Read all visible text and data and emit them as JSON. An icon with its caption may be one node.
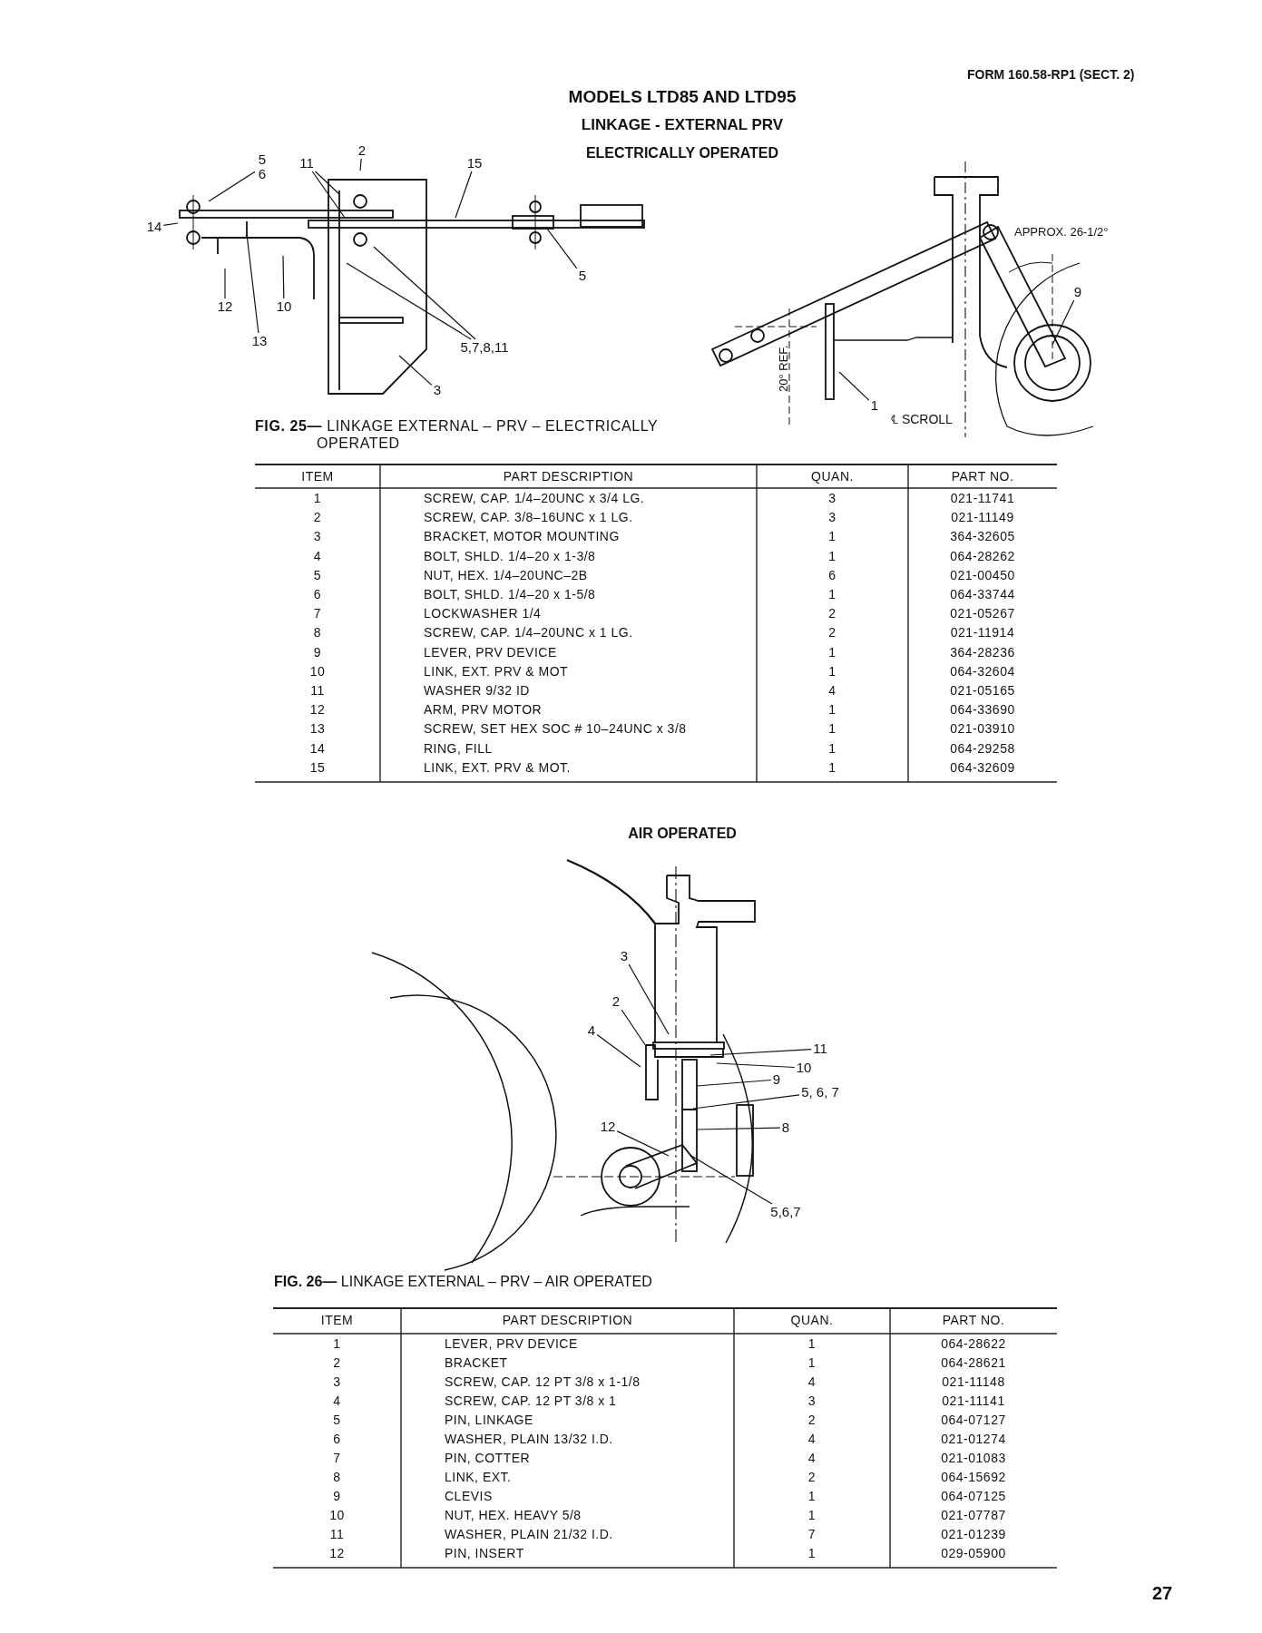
{
  "diagram": {
    "title": "MODELS LTD85 AND LTD95",
    "nodes": [
      {
        "text": [
          "5 6"
        ]
      },
      {
        "text": [
          "11"
        ]
      },
      {
        "text": [
          "2"
        ]
      },
      {
        "text": [
          "15"
        ]
      },
      {
        "text": [
          "14"
        ]
      },
      {
        "text": [
          "5"
        ]
      },
      {
        "text": [
          "12"
        ]
      },
      {
        "text": [
          "10"
        ]
      },
      {
        "text": [
          "13"
        ]
      },
      {
        "text": [
          "5,7,8,11"
        ]
      },
      {
        "text": [
          "3"
        ]
      },
      {
        "text": [
          "9"
        ]
      },
      {
        "text": [
          "1"
        ]
      },
      {
        "text": [
          "3"
        ]
      },
      {
        "text": [
          "2"
        ]
      },
      {
        "text": [
          "4"
        ]
      },
      {
        "text": [
          "11"
        ]
      },
      {
        "text": [
          "10"
        ]
      },
      {
        "text": [
          "9"
        ]
      },
      {
        "text": [
          "5, 6, 7"
        ]
      },
      {
        "text": [
          "12"
        ]
      },
      {
        "text": [
          "8"
        ]
      },
      {
        "text": [
          "5,6,7"
        ]
      }
    ],
    "edges": [
      {
        "from": 0,
        "to": null,
        "arrow": "none"
      },
      {
        "from": 1,
        "to": null,
        "arrow": "none"
      },
      {
        "from": 1,
        "to": null,
        "arrow": "none"
      },
      {
        "from": 2,
        "to": null,
        "arrow": "none"
      },
      {
        "from": 3,
        "to": null,
        "arrow": "none"
      },
      {
        "from": 4,
        "to": null,
        "arrow": "none"
      },
      {
        "from": 5,
        "to": null,
        "arrow": "none"
      },
      {
        "from": 6,
        "to": null,
        "arrow": "none"
      },
      {
        "from": 7,
        "to": null,
        "arrow": "none"
      },
      {
        "from": 8,
        "to": null,
        "arrow": "none"
      },
      {
        "from": 9,
        "to": null,
        "arrow": "none"
      },
      {
        "from": 9,
        "to": null,
        "arrow": "none"
      },
      {
        "from": 10,
        "to": null,
        "arrow": "none"
      },
      {
        "from": 11,
        "to": null,
        "arrow": "none"
      },
      {
        "from": 12,
        "to": null,
        "arrow": "none"
      },
      {
        "from": 13,
        "to": null,
        "arrow": "none"
      },
      {
        "from": 14,
        "to": null,
        "arrow": "none"
      },
      {
        "from": 15,
        "to": null,
        "arrow": "none"
      },
      {
        "from": 16,
        "to": null,
        "arrow": "none"
      },
      {
        "from": 17,
        "to": null,
        "arrow": "none"
      },
      {
        "from": 18,
        "to": null,
        "arrow": "none"
      },
      {
        "from": 19,
        "to": null,
        "arrow": "none"
      },
      {
        "from": 20,
        "to": null,
        "arrow": "none"
      },
      {
        "from": 21,
        "to": null,
        "arrow": "none"
      },
      {
        "from": 22,
        "to": null,
        "arrow": "none"
      }
    ],
    "labels": [
      "FORM 160.58-RP1 (SECT. 2)",
      "LINKAGE - EXTERNAL PRV",
      "ELECTRICALLY OPERATED",
      "APPROX. 26-1/2°",
      "20° REF.",
      "℄ SCROLL",
      "**FIG. 25—** LINKAGE EXTERNAL – PRV – ELECTRICALLY OPERATED",
      "ITEM",
      "PART DESCRIPTION",
      "QUAN.",
      "PART NO.",
      "1",
      "SCREW, CAP. 1/4–20UNC x 3/4 LG.",
      "3",
      "021-11741",
      "2",
      "SCREW, CAP. 3/8–16UNC x 1 LG.",
      "3",
      "021-11149",
      "3",
      "BRACKET, MOTOR MOUNTING",
      "1",
      "364-32605",
      "4",
      "BOLT, SHLD. 1/4–20 x 1-3/8",
      "1",
      "064-28262",
      "5",
      "NUT, HEX. 1/4–20UNC–2B",
      "6",
      "021-00450",
      "6",
      "BOLT, SHLD. 1/4–20 x 1-5/8",
      "1",
      "064-33744",
      "7",
      "LOCKWASHER 1/4",
      "2",
      "021-05267",
      "8",
      "SCREW, CAP. 1/4–20UNC x 1 LG.",
      "2",
      "021-11914",
      "9",
      "LEVER, PRV DEVICE",
      "1",
      "364-28236",
      "10",
      "LINK, EXT. PRV & MOT",
      "1",
      "064-32604",
      "11",
      "WASHER 9/32 ID",
      "4",
      "021-05165",
      "12",
      "ARM, PRV MOTOR",
      "1",
      "064-33690",
      "13",
      "SCREW, SET HEX SOC # 10–24UNC x 3/8",
      "1",
      "021-03910",
      "14",
      "RING, FILL",
      "1",
      "064-29258",
      "15",
      "LINK, EXT. PRV & MOT.",
      "1",
      "064-32609",
      "AIR OPERATED",
      "**FIG. 26—** LINKAGE EXTERNAL – PRV – AIR OPERATED",
      "ITEM",
      "PART DESCRIPTION",
      "QUAN.",
      "PART NO.",
      "1",
      "LEVER, PRV DEVICE",
      "1",
      "064-28622",
      "2",
      "BRACKET",
      "1",
      "064-28621",
      "3",
      "SCREW, CAP. 12 PT 3/8 x 1-1/8",
      "4",
      "021-11148",
      "4",
      "SCREW, CAP. 12 PT 3/8 x 1",
      "3",
      "021-11141",
      "5",
      "PIN, LINKAGE",
      "2",
      "064-07127",
      "6",
      "WASHER, PLAIN 13/32 I.D.",
      "4",
      "021-01274",
      "7",
      "PIN, COTTER",
      "4",
      "021-01083",
      "8",
      "LINK, EXT.",
      "2",
      "064-15692",
      "9",
      "CLEVIS",
      "1",
      "064-07125",
      "10",
      "NUT, HEX. HEAVY 5/8",
      "1",
      "021-07787",
      "11",
      "WASHER, PLAIN 21/32 I.D.",
      "7",
      "021-01239",
      "12",
      "PIN, INSERT",
      "1",
      "029-05900",
      "27"
    ]
  }
}
